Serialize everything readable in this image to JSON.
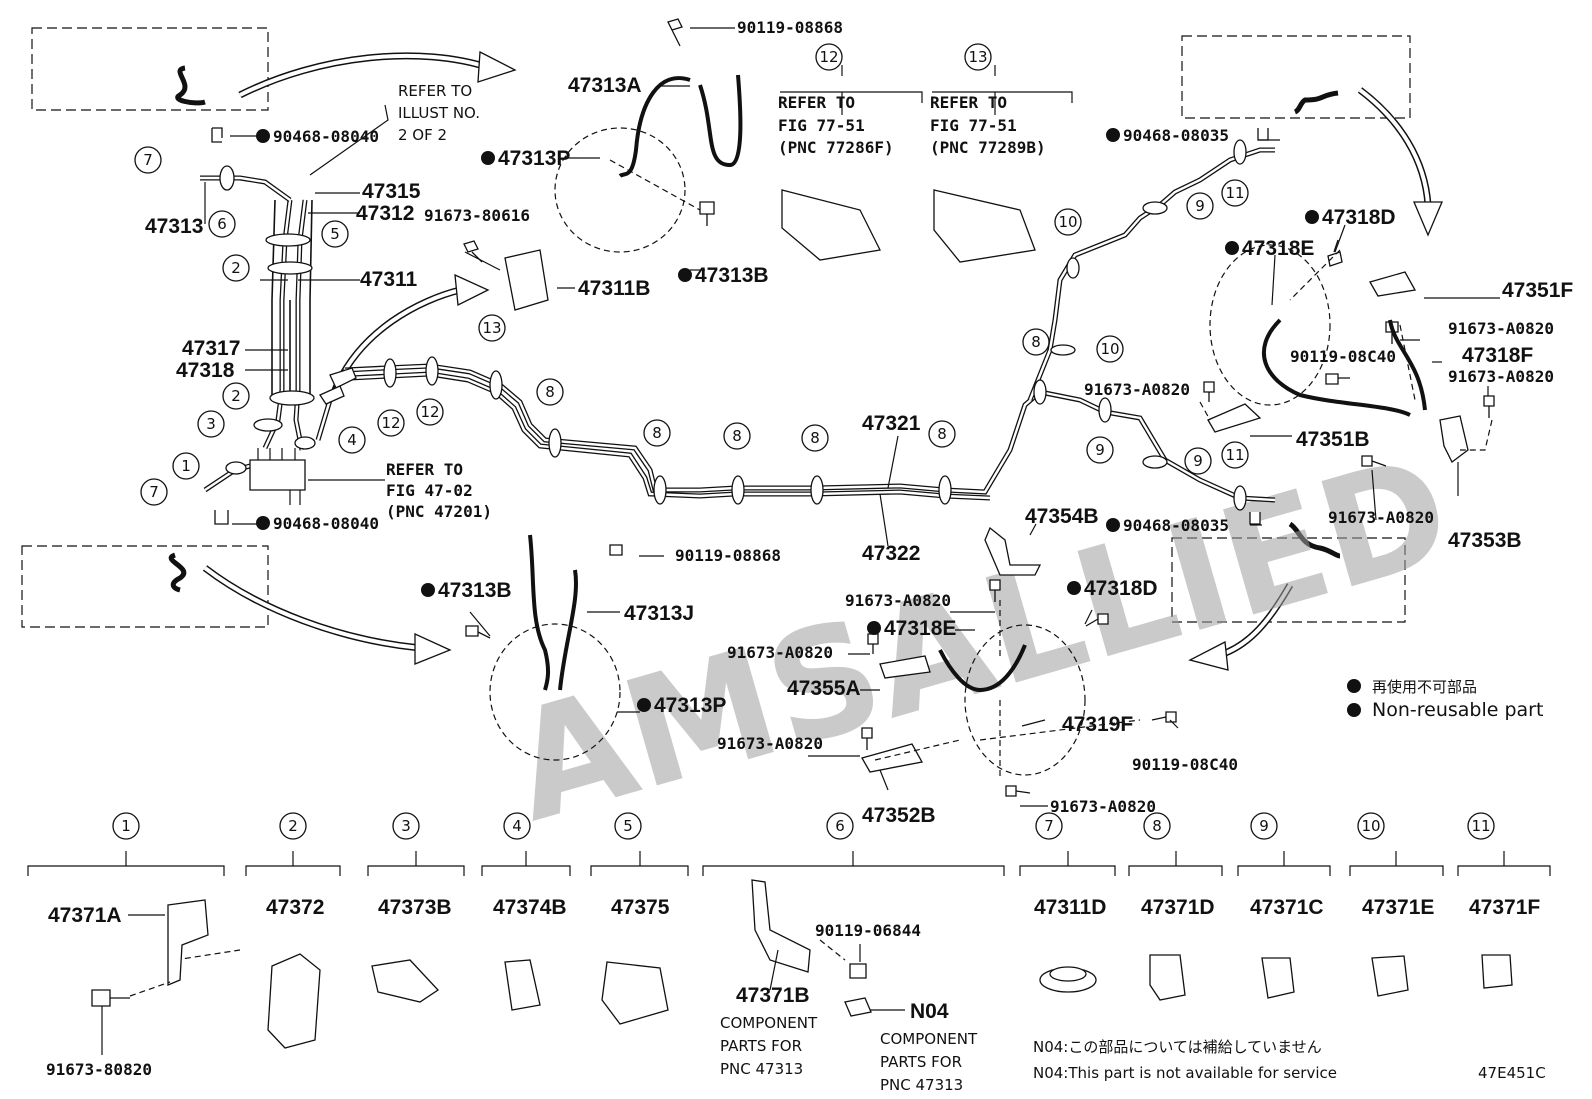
{
  "watermark": "AMSALLIED",
  "labels": {
    "p90119_08868_top": "90119-08868",
    "p47313A": "47313A",
    "p47313P_top": "47313P",
    "p47313B_top": "47313B",
    "p90468_08040_top": "90468-08040",
    "refer_illust_1": "REFER TO",
    "refer_illust_2": "ILLUST NO.",
    "refer_illust_3": "2 OF 2",
    "p47315": "47315",
    "p47312": "47312",
    "p91673_80616": "91673-80616",
    "p47313": "47313",
    "p47311": "47311",
    "p47311B": "47311B",
    "p47317": "47317",
    "p47318": "47318",
    "refer_fig_47_1": "REFER TO",
    "refer_fig_47_2": "FIG 47-02",
    "refer_fig_47_3": "(PNC 47201)",
    "p90468_08040_bot": "90468-08040",
    "p47321": "47321",
    "p47322": "47322",
    "ref12_1": "REFER TO",
    "ref12_2": "FIG 77-51",
    "ref12_3": "(PNC 77286F)",
    "ref13_1": "REFER TO",
    "ref13_2": "FIG 77-51",
    "ref13_3": "(PNC 77289B)",
    "p90468_08035_top": "90468-08035",
    "p47318D_top": "47318D",
    "p47318E_top": "47318E",
    "p47351F": "47351F",
    "p91673_A0820_a": "91673-A0820",
    "p90119_08C40_top": "90119-08C40",
    "p47318F": "47318F",
    "p91673_A0820_b": "91673-A0820",
    "p91673_A0820_c": "91673-A0820",
    "p47351B": "47351B",
    "p91673_A0820_d": "91673-A0820",
    "p47353B": "47353B",
    "p47354B": "47354B",
    "p90468_08035_bot": "90468-08035",
    "p90119_08868_mid": "90119-08868",
    "p47313J": "47313J",
    "p47313B_bot": "47313B",
    "p47313P_bot": "47313P",
    "p91673_A0820_e": "91673-A0820",
    "p47318D_bot": "47318D",
    "p47318E_bot": "47318E",
    "p91673_A0820_f": "91673-A0820",
    "p47355A": "47355A",
    "p47319F": "47319F",
    "p91673_A0820_g": "91673-A0820",
    "p90119_08C40_bot": "90119-08C40",
    "p91673_A0820_h": "91673-A0820",
    "p47352B": "47352B",
    "legend_jp": "再使用不可部品",
    "legend_en": "Non-reusable part",
    "p47371A": "47371A",
    "p91673_80820": "91673-80820",
    "p47372": "47372",
    "p47373B": "47373B",
    "p47374B": "47374B",
    "p47375": "47375",
    "p90119_06844": "90119-06844",
    "p47371B": "47371B",
    "comp_a_1": "COMPONENT",
    "comp_a_2": "PARTS FOR",
    "comp_a_3": "PNC 47313",
    "pN04": "N04",
    "comp_b_1": "COMPONENT",
    "comp_b_2": "PARTS FOR",
    "comp_b_3": "PNC 47313",
    "p47311D": "47311D",
    "p47371D": "47371D",
    "p47371C": "47371C",
    "p47371E": "47371E",
    "p47371F": "47371F",
    "n04_jp": "N04:この部品については補給していません",
    "n04_en": "N04:This part is not available for service",
    "figure_code": "47E451C"
  },
  "callouts": [
    "1",
    "2",
    "3",
    "4",
    "5",
    "6",
    "7",
    "8",
    "9",
    "10",
    "11",
    "12",
    "13"
  ]
}
